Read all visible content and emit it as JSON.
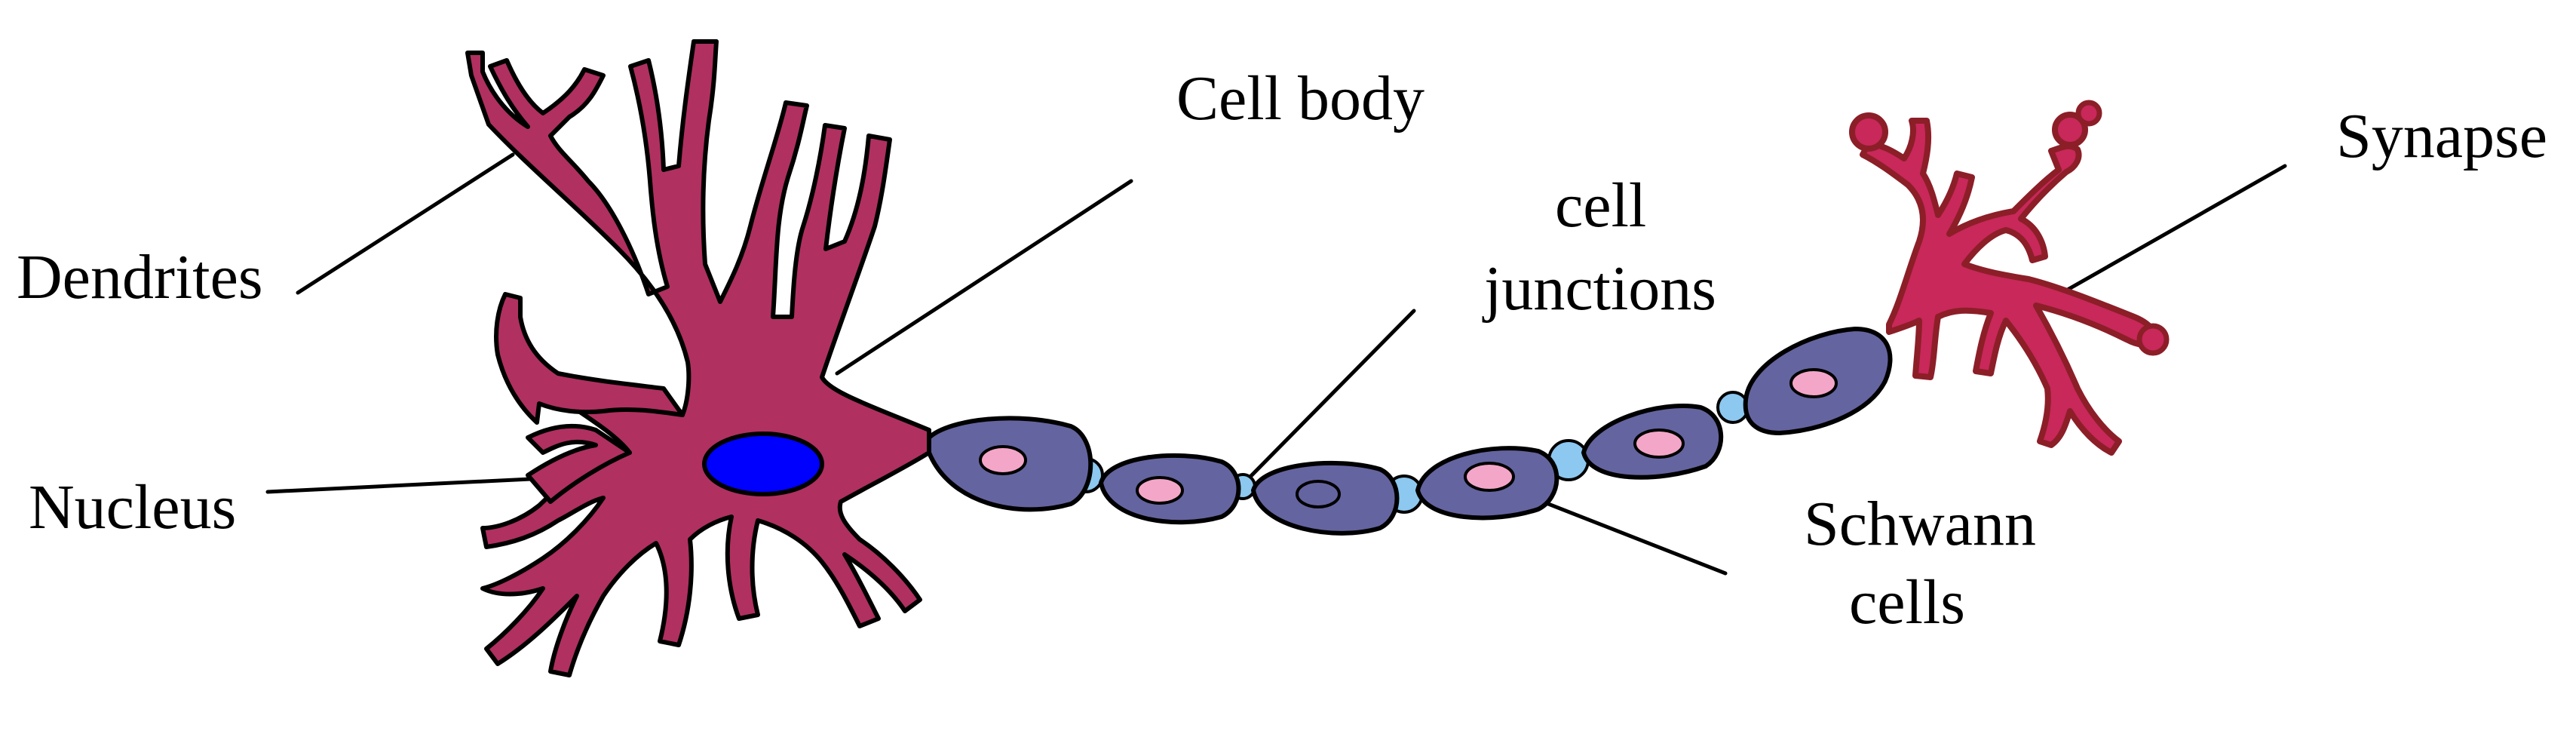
{
  "labels": {
    "dendrites": "Dendrites",
    "nucleus": "Nucleus",
    "cell_body": "Cell body",
    "cell_junctions_line1": "cell",
    "cell_junctions_line2": "junctions",
    "synapse": "Synapse",
    "schwann_line1": "Schwann",
    "schwann_line2": "cells"
  },
  "colors": {
    "neuron_body": "#b03060",
    "nucleus": "#0000ff",
    "schwann_cell": "#6464a0",
    "schwann_nucleus": "#f4a6c8",
    "junction": "#8cc8f0",
    "synapse_fill": "#c8285a",
    "synapse_outline": "#8c1e28",
    "outline": "#000000"
  }
}
